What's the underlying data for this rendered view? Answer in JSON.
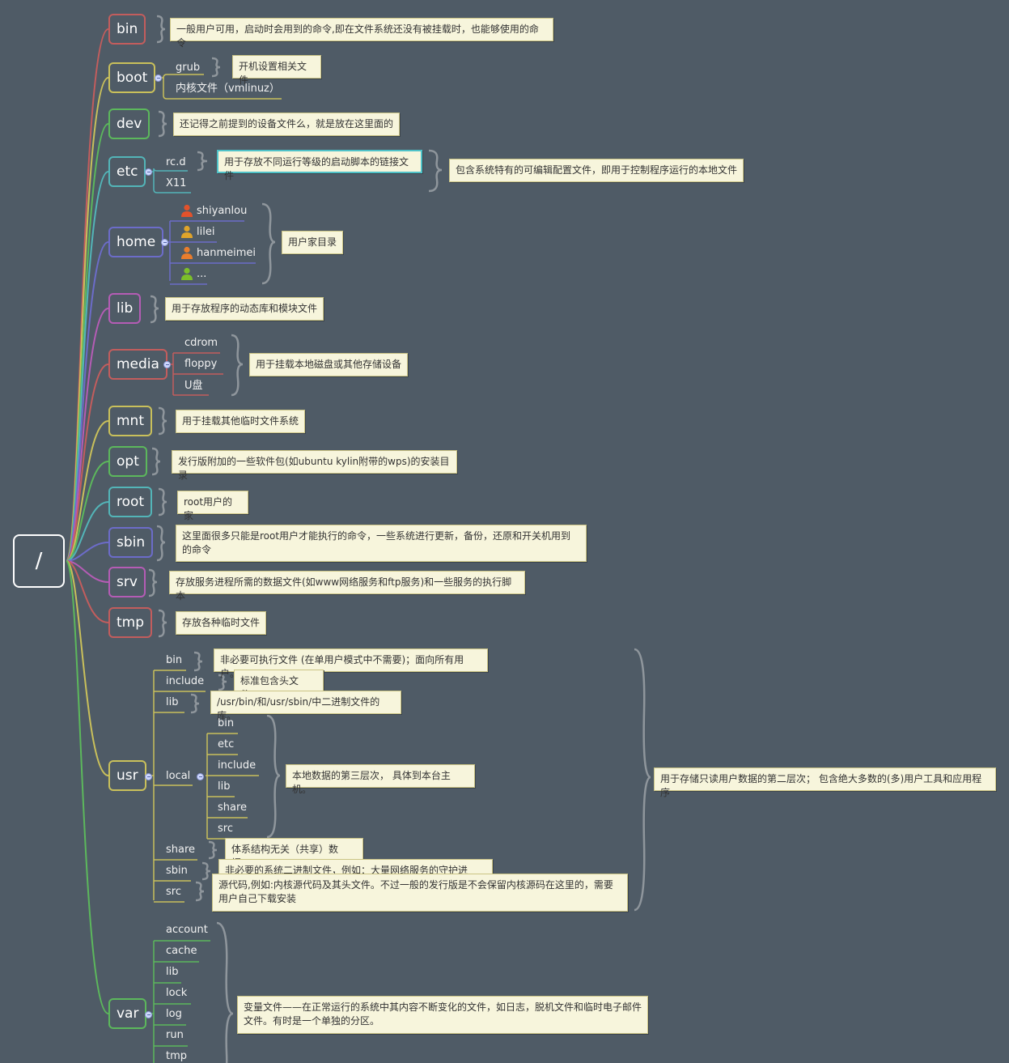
{
  "root": {
    "label": "/"
  },
  "colors": {
    "bin": "#c35d5d",
    "boot": "#c9c05b",
    "dev": "#5cb85c",
    "etc": "#53b5b8",
    "home": "#6c6cc9",
    "lib": "#b55cb5",
    "media": "#c35d5d",
    "mnt": "#c9c05b",
    "opt": "#5cb85c",
    "root_dir": "#53b5b8",
    "sbin": "#6c6cc9",
    "srv": "#b55cb5",
    "tmp": "#c35d5d",
    "usr": "#c9c05b",
    "var": "#5cb85c",
    "brace": "#8f969c",
    "user_red": "#e2522b",
    "user_yellow": "#e0a42a",
    "user_orange": "#ea7d2c",
    "user_green": "#7cbf2a"
  },
  "nodes": {
    "bin": "bin",
    "boot": "boot",
    "dev": "dev",
    "etc": "etc",
    "home": "home",
    "lib": "lib",
    "media": "media",
    "mnt": "mnt",
    "opt": "opt",
    "root_dir": "root",
    "sbin": "sbin",
    "srv": "srv",
    "tmp": "tmp",
    "usr": "usr",
    "var": "var"
  },
  "notes": {
    "bin": "一般用户可用，启动时会用到的命令,即在文件系统还没有被挂载时，也能够使用的命令",
    "boot_grub": "开机设置相关文件",
    "dev": "还记得之前提到的设备文件么，就是放在这里面的",
    "etc_rcd": "用于存放不同运行等级的启动脚本的链接文件",
    "etc": "包含系统特有的可编辑配置文件，即用于控制程序运行的本地文件",
    "home": "用户家目录",
    "lib": "用于存放程序的动态库和模块文件",
    "media": "用于挂载本地磁盘或其他存储设备",
    "mnt": "用于挂载其他临时文件系统",
    "opt": "发行版附加的一些软件包(如ubuntu kylin附带的wps)的安装目录",
    "root_dir": "root用户的家",
    "sbin": "这里面很多只能是root用户才能执行的命令，一些系统进行更新，备份，还原和开关机用到的命令",
    "srv": "存放服务进程所需的数据文件(如www网络服务和ftp服务)和一些服务的执行脚本",
    "tmp": "存放各种临时文件",
    "usr_bin": "非必要可执行文件 (在单用户模式中不需要)；面向所有用户。",
    "usr_include": "标准包含头文件。",
    "usr_lib": "/usr/bin/和/usr/sbin/中二进制文件的库。",
    "usr_local": "本地数据的第三层次， 具体到本台主机。",
    "usr_share": "体系结构无关（共享）数据。",
    "usr_sbin": "非必要的系统二进制文件，例如：大量网络服务的守护进程。",
    "usr_src": "源代码,例如:内核源代码及其头文件。不过一般的发行版是不会保留内核源码在这里的，需要用户自己下载安装",
    "usr": "用于存储只读用户数据的第二层次； 包含绝大多数的(多)用户工具和应用程序",
    "var": "变量文件——在正常运行的系统中其内容不断变化的文件，如日志，脱机文件和临时电子邮件文件。有时是一个单独的分区。"
  },
  "sub": {
    "boot": [
      "grub",
      "内核文件（vmlinuz）"
    ],
    "etc": [
      "rc.d",
      "X11"
    ],
    "home": [
      "shiyanlou",
      "lilei",
      "hanmeimei",
      "..."
    ],
    "media": [
      "cdrom",
      "floppy",
      "U盘"
    ],
    "usr": [
      "bin",
      "include",
      "lib",
      "local",
      "share",
      "sbin",
      "src"
    ],
    "usr_local": [
      "bin",
      "etc",
      "include",
      "lib",
      "share",
      "src"
    ],
    "var": [
      "account",
      "cache",
      "lib",
      "lock",
      "log",
      "run",
      "tmp"
    ]
  },
  "icons": {
    "home_users": [
      "user-icon",
      "user-icon",
      "user-icon",
      "user-icon"
    ],
    "toggle": "collapse-icon"
  }
}
